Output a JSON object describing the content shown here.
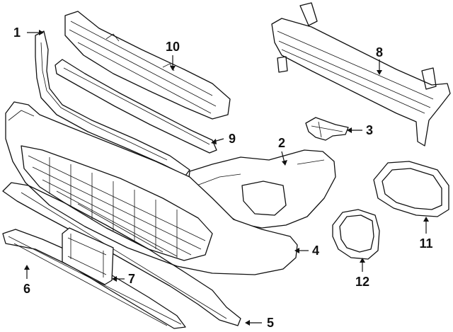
{
  "diagram": {
    "callouts": [
      {
        "id": "1",
        "label": "1"
      },
      {
        "id": "2",
        "label": "2"
      },
      {
        "id": "3",
        "label": "3"
      },
      {
        "id": "4",
        "label": "4"
      },
      {
        "id": "5",
        "label": "5"
      },
      {
        "id": "6",
        "label": "6"
      },
      {
        "id": "7",
        "label": "7"
      },
      {
        "id": "8",
        "label": "8"
      },
      {
        "id": "9",
        "label": "9"
      },
      {
        "id": "10",
        "label": "10"
      },
      {
        "id": "11",
        "label": "11"
      },
      {
        "id": "12",
        "label": "12"
      }
    ],
    "line_color": "#111111",
    "background_color": "#ffffff"
  }
}
